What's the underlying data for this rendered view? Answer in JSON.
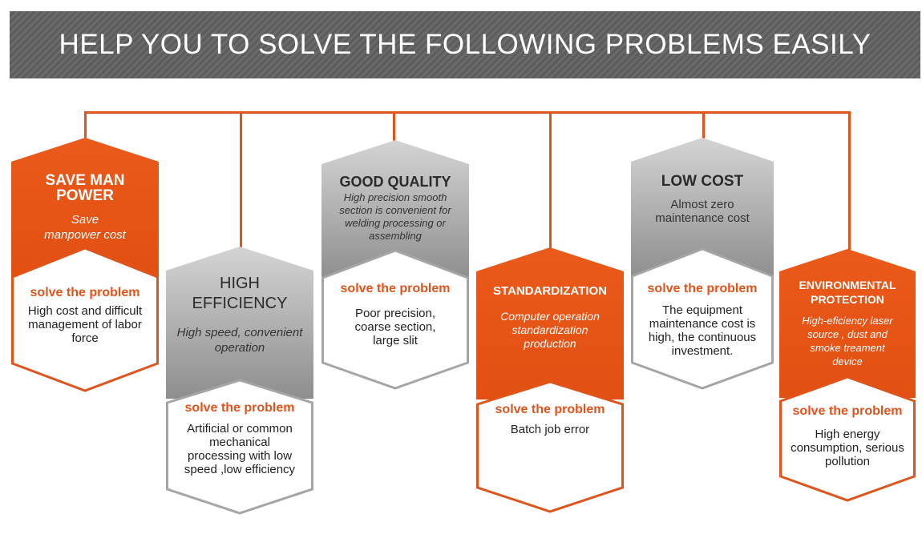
{
  "banner": {
    "title": "HELP YOU TO SOLVE THE FOLLOWING PROBLEMS EASILY"
  },
  "colors": {
    "accent": "#e0541c",
    "banner": "#636363",
    "grey_top": "#bfbfbf",
    "grey_bottom": "#8f8f8f"
  },
  "cards": [
    {
      "title": "SAVE MAN POWER",
      "subtitle": "Save manpower cost",
      "solve_label": "solve the problem",
      "problem": "High cost and difficult management of labor force"
    },
    {
      "title": "HIGH EFFICIENCY",
      "subtitle": "High speed, convenient operation",
      "solve_label": "solve the problem",
      "problem": "Artificial or common mechanical processing with low speed ,low efficiency"
    },
    {
      "title": "GOOD QUALITY",
      "subtitle": "High precision smooth section is convenient for welding processing or assembling",
      "solve_label": "solve the problem",
      "problem": "Poor precision, coarse section, large slit"
    },
    {
      "title": "STANDARDIZATION",
      "subtitle": "Computer operation standardization production",
      "solve_label": "solve the problem",
      "problem": "Batch job error"
    },
    {
      "title": "LOW COST",
      "subtitle": "Almost zero maintenance cost",
      "solve_label": "solve the problem",
      "problem": "The equipment maintenance cost is high, the continuous investment."
    },
    {
      "title": "ENVIRONMENTAL PROTECTION",
      "subtitle": "High-eficiency laser source , dust and smoke treament device",
      "solve_label": "solve the problem",
      "problem": "High energy consumption, serious pollution"
    }
  ]
}
